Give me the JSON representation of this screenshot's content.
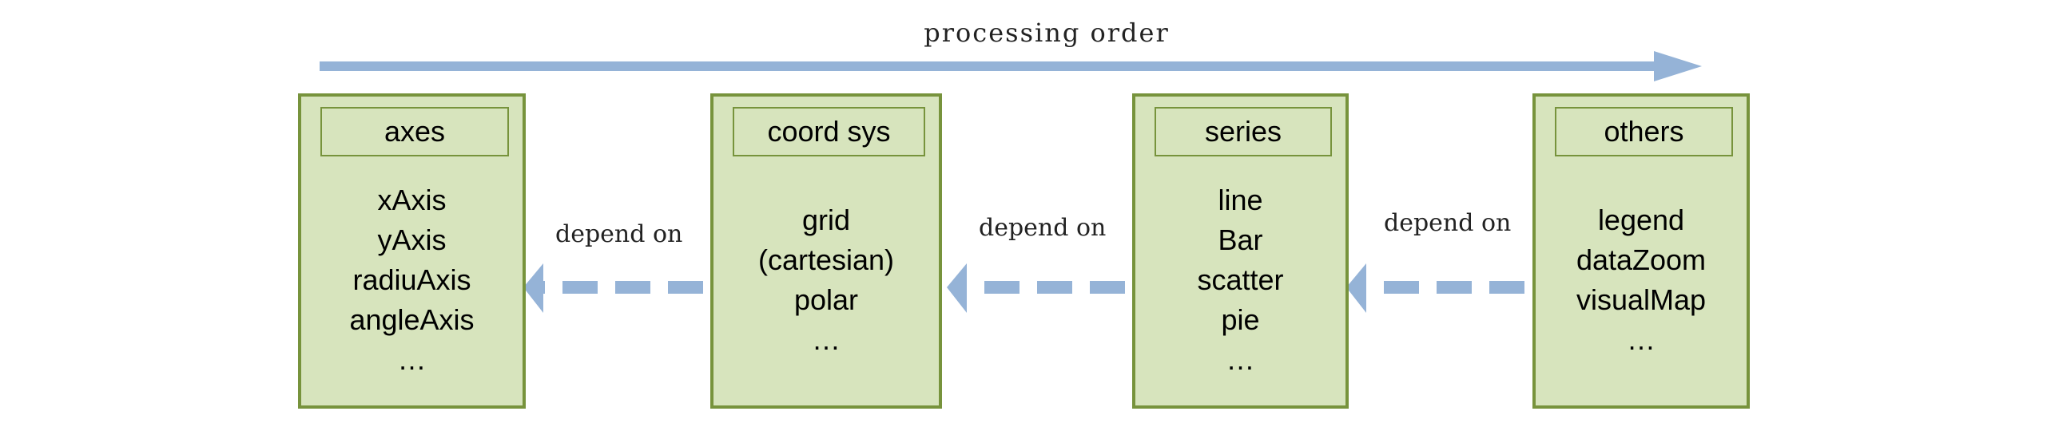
{
  "diagram": {
    "order_label": "processing order",
    "depend_label": "depend on",
    "colors": {
      "arrow": "#95b3d7",
      "box_fill": "#d7e4bd",
      "box_border": "#77933c"
    },
    "boxes": [
      {
        "title": "axes",
        "items": [
          "xAxis",
          "yAxis",
          "radiuAxis",
          "angleAxis",
          "…"
        ]
      },
      {
        "title": "coord sys",
        "items": [
          "grid",
          "(cartesian)",
          "polar",
          "…"
        ]
      },
      {
        "title": "series",
        "items": [
          "line",
          "Bar",
          "scatter",
          "pie",
          "…"
        ]
      },
      {
        "title": "others",
        "items": [
          "legend",
          "dataZoom",
          "visualMap",
          "…"
        ]
      }
    ],
    "dependencies": [
      {
        "from": "coord sys",
        "to": "axes",
        "label": "depend on"
      },
      {
        "from": "series",
        "to": "coord sys",
        "label": "depend on"
      },
      {
        "from": "others",
        "to": "series",
        "label": "depend on"
      }
    ]
  }
}
